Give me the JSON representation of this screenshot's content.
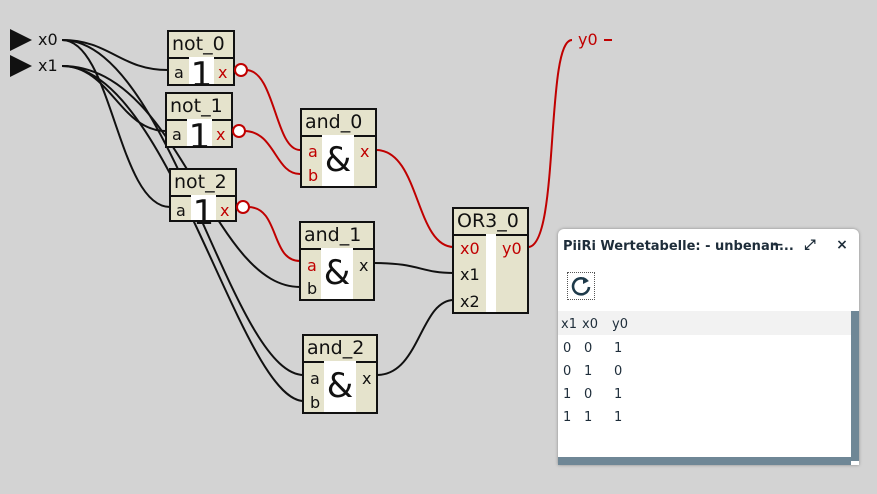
{
  "inputs": [
    {
      "label": "x0"
    },
    {
      "label": "x1"
    }
  ],
  "output": {
    "label": "y0"
  },
  "gates": {
    "not_0": {
      "title": "not_0",
      "symbol": "1",
      "in_a": "a",
      "out_x": "x"
    },
    "not_1": {
      "title": "not_1",
      "symbol": "1",
      "in_a": "a",
      "out_x": "x"
    },
    "not_2": {
      "title": "not_2",
      "symbol": "1",
      "in_a": "a",
      "out_x": "x"
    },
    "and_0": {
      "title": "and_0",
      "symbol": "&",
      "in_a": "a",
      "in_b": "b",
      "out_x": "x"
    },
    "and_1": {
      "title": "and_1",
      "symbol": "&",
      "in_a": "a",
      "in_b": "b",
      "out_x": "x"
    },
    "and_2": {
      "title": "and_2",
      "symbol": "&",
      "in_a": "a",
      "in_b": "b",
      "out_x": "x"
    },
    "or3_0": {
      "title": "OR3_0",
      "in_x0": "x0",
      "in_x1": "x1",
      "in_x2": "x2",
      "out_y0": "y0"
    }
  },
  "colors": {
    "active": "#c00000",
    "wire": "#111111",
    "canvas": "#d3d3d3",
    "gate_fill": "#e5e3cc"
  },
  "popup": {
    "title": "PiiRi Wertetabelle: - unbenan...",
    "minimize_icon": "−",
    "maximize_icon": "⤢",
    "close_icon": "×",
    "refresh_icon": "refresh-icon",
    "table": {
      "headers": [
        "x1",
        "x0",
        "y0"
      ],
      "rows": [
        [
          "0",
          "0",
          "1"
        ],
        [
          "0",
          "1",
          "0"
        ],
        [
          "1",
          "0",
          "1"
        ],
        [
          "1",
          "1",
          "1"
        ]
      ]
    }
  }
}
